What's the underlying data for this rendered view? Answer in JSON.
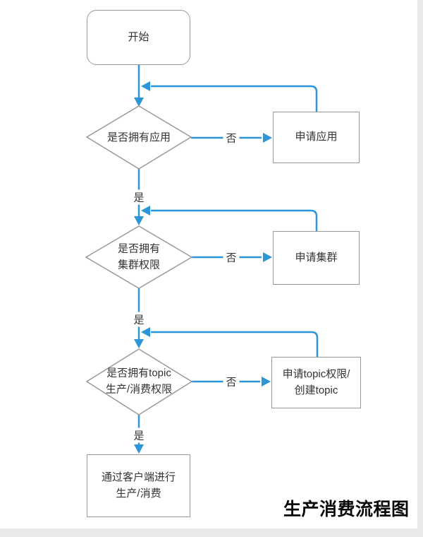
{
  "title": "生产消费流程图",
  "colors": {
    "connector_blue": "#2E95D6",
    "shape_border_gray": "#999999",
    "text_dark": "#333333",
    "page_white": "#FFFFFF",
    "backdrop_gray": "#E9E9E9"
  },
  "labels": {
    "yes": "是",
    "no": "否"
  },
  "nodes": {
    "start": {
      "label": "开始"
    },
    "decision_app": {
      "label": "是否拥有应用"
    },
    "process_apply_app": {
      "label": "申请应用"
    },
    "decision_cluster": {
      "lines": [
        "是否拥有",
        "集群权限"
      ]
    },
    "process_apply_cluster": {
      "label": "申请集群"
    },
    "decision_topic": {
      "lines": [
        "是否拥有topic",
        "生产/消费权限"
      ]
    },
    "process_apply_topic": {
      "lines": [
        "申请topic权限/",
        "创建topic"
      ]
    },
    "end": {
      "lines": [
        "通过客户端进行",
        "生产/消费"
      ]
    }
  }
}
